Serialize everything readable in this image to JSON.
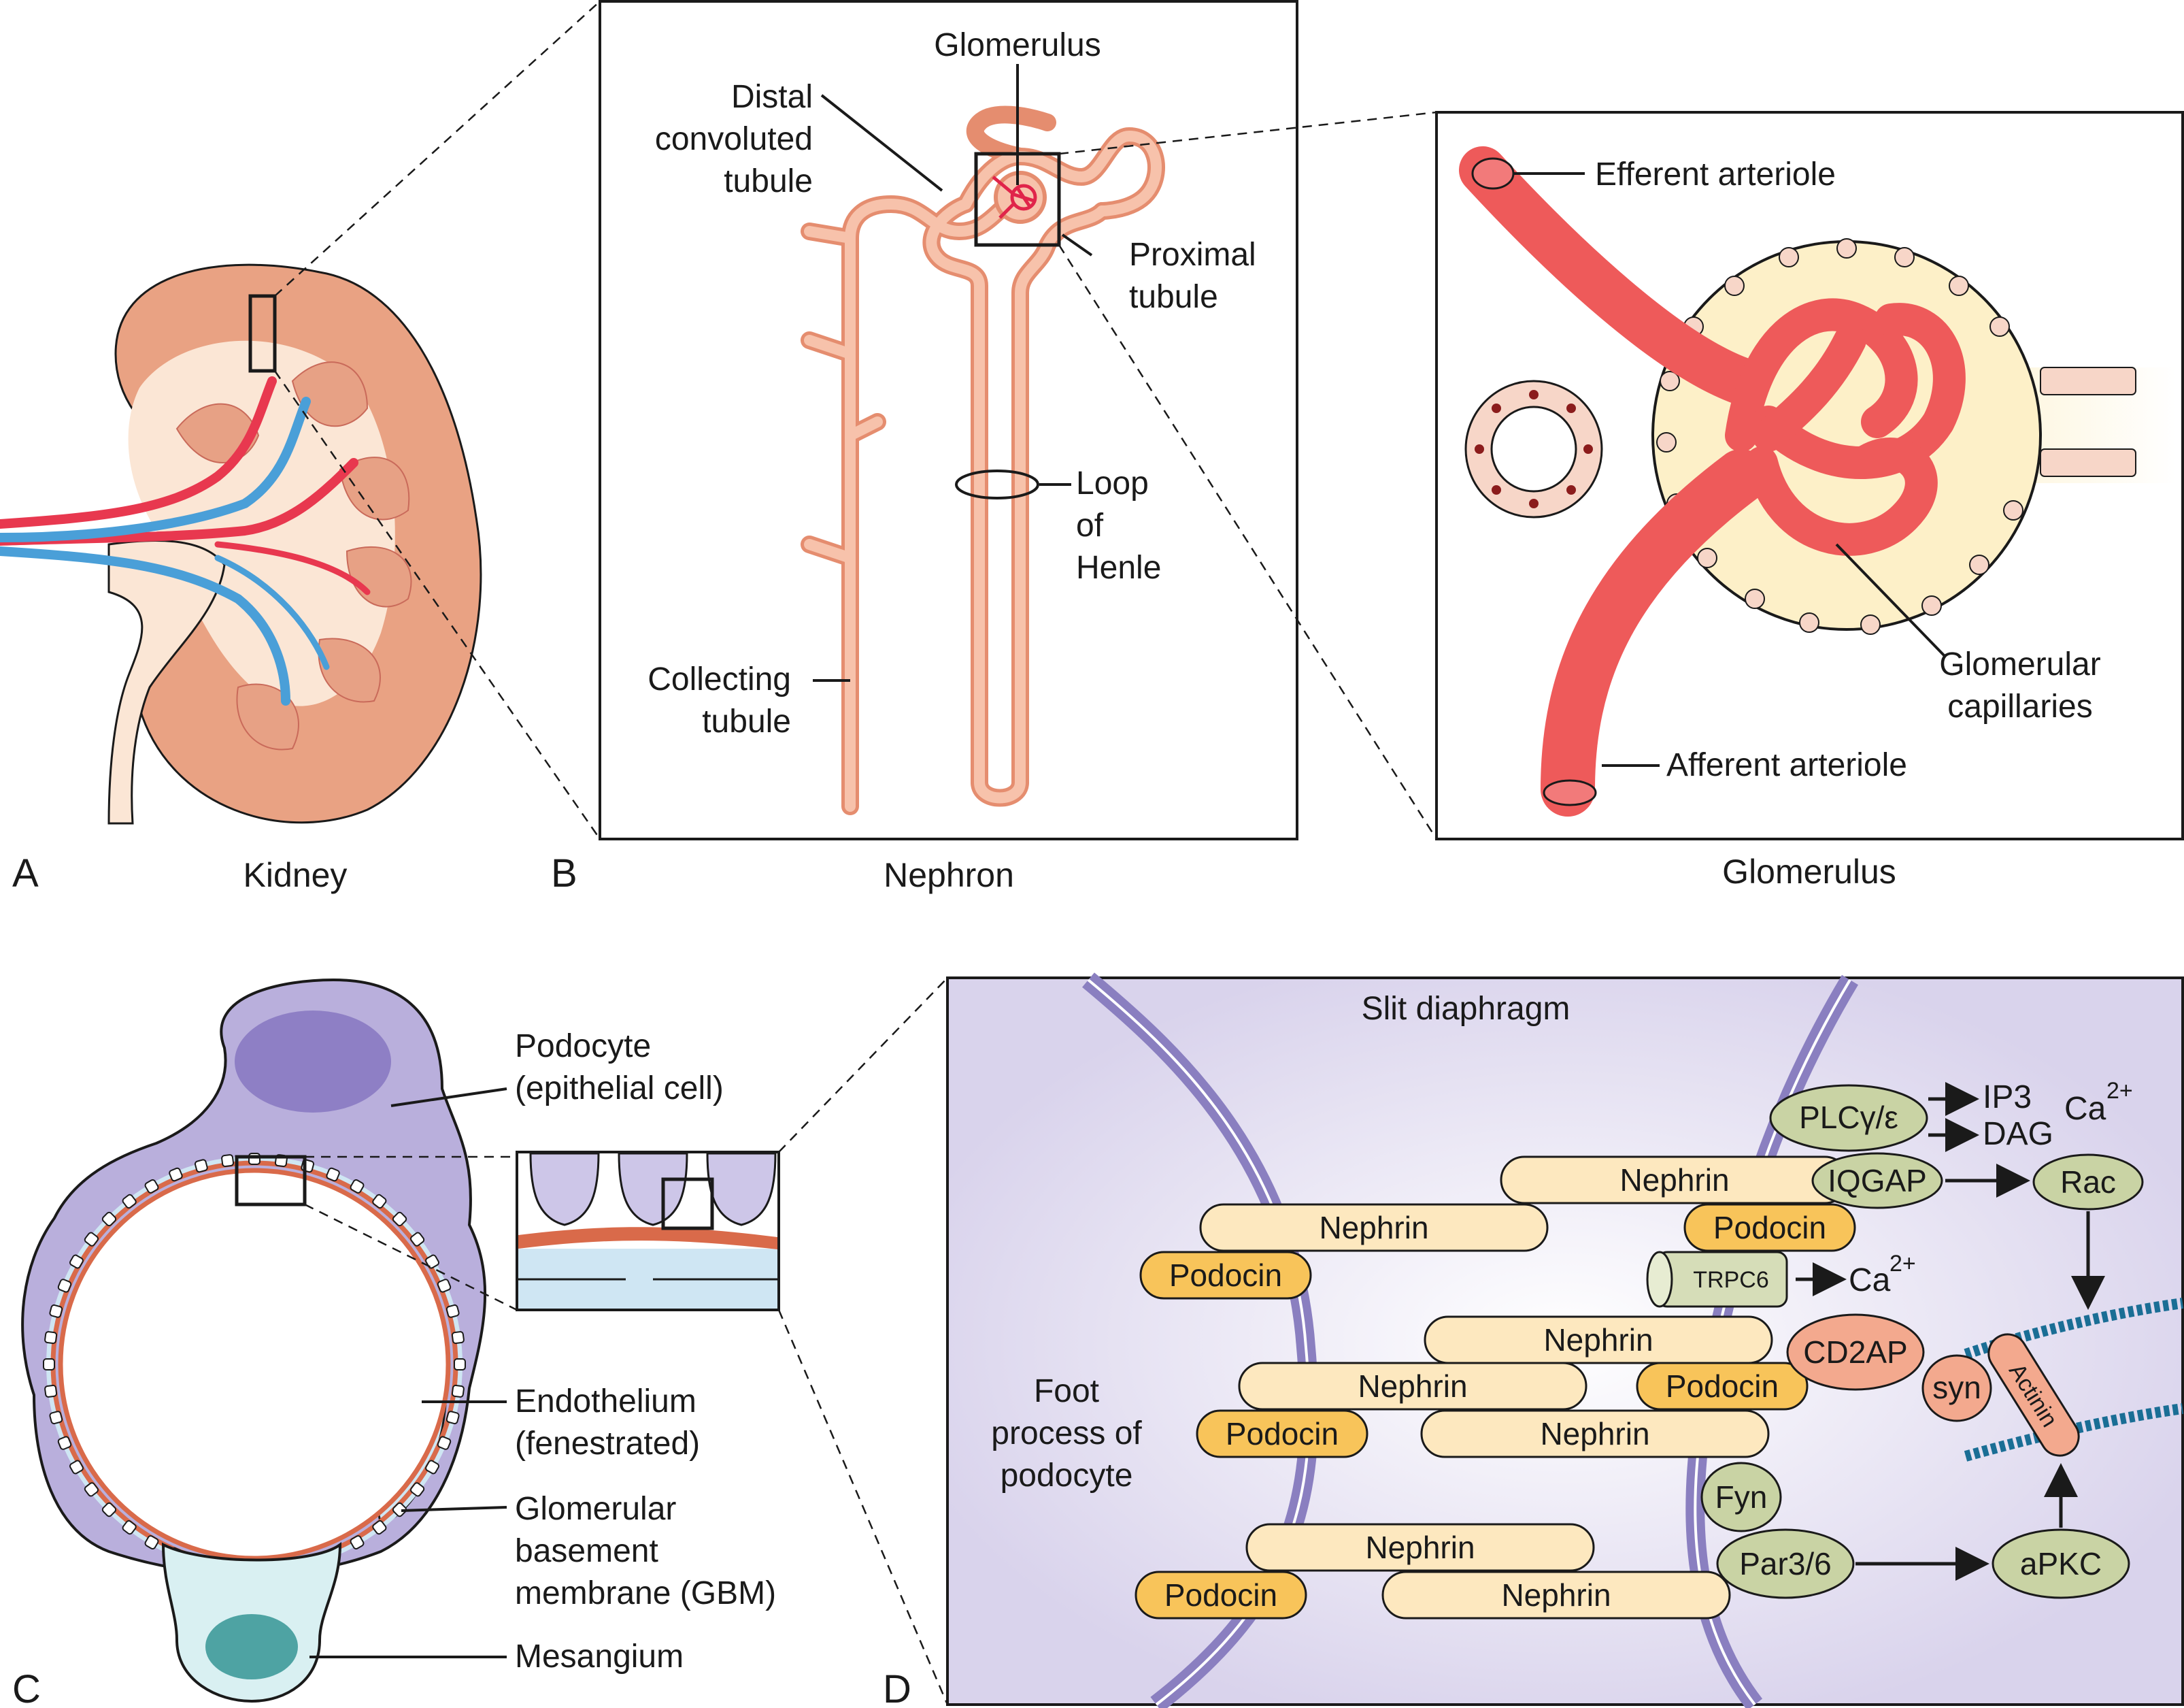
{
  "panels": {
    "a": {
      "letter": "A",
      "caption": "Kidney"
    },
    "b": {
      "letter": "B",
      "caption": "Nephron"
    },
    "glom": {
      "caption": "Glomerulus"
    },
    "c": {
      "letter": "C"
    },
    "d": {
      "letter": "D"
    }
  },
  "nephron_labels": {
    "glomerulus": "Glomerulus",
    "distal_1": "Distal",
    "distal_2": "convoluted",
    "distal_3": "tubule",
    "proximal_1": "Proximal",
    "proximal_2": "tubule",
    "loop_1": "Loop",
    "loop_2": "of",
    "loop_3": "Henle",
    "collecting_1": "Collecting",
    "collecting_2": "tubule"
  },
  "glomerulus_labels": {
    "efferent": "Efferent arteriole",
    "afferent": "Afferent arteriole",
    "capillaries_1": "Glomerular",
    "capillaries_2": "capillaries"
  },
  "capillary_labels": {
    "podocyte_1": "Podocyte",
    "podocyte_2": "(epithelial cell)",
    "endothelium_1": "Endothelium",
    "endothelium_2": "(fenestrated)",
    "gbm_1": "Glomerular",
    "gbm_2": "basement",
    "gbm_3": "membrane (GBM)",
    "mesangium": "Mesangium"
  },
  "slit": {
    "title": "Slit diaphragm",
    "foot_1": "Foot",
    "foot_2": "process of",
    "foot_3": "podocyte",
    "nephrin": "Nephrin",
    "podocin": "Podocin",
    "trpc6": "TRPC6",
    "ca2": "Ca",
    "ca2_sup": "2+",
    "plc": "PLCγ/ε",
    "ip3": "IP3",
    "dag": "DAG",
    "iqgap": "IQGAP",
    "rac": "Rac",
    "cd2ap": "CD2AP",
    "syn": "syn",
    "actinin": "Actinin",
    "fyn": "Fyn",
    "par": "Par3/6",
    "apkc": "aPKC"
  },
  "colors": {
    "kidney_cortex": "#e9a283",
    "kidney_medulla": "#fbe6d5",
    "artery": "#e8384f",
    "vein": "#4a9fd8",
    "tubule": "#f1a98a",
    "vessel": "#ee5a5a",
    "podocyte": "#a89bd3",
    "endothelium": "#cfe6f3",
    "gbm": "#d96a4a",
    "mesangium": "#4ea3a3",
    "nephrin": "#fde8bf",
    "podocin": "#f8c45a",
    "signaling": "#c9d3a4",
    "cd2ap": "#f3a98e",
    "membrane": "#8a7fc0",
    "actin": "#1a6e95",
    "background_d": "#e9e6f3"
  }
}
